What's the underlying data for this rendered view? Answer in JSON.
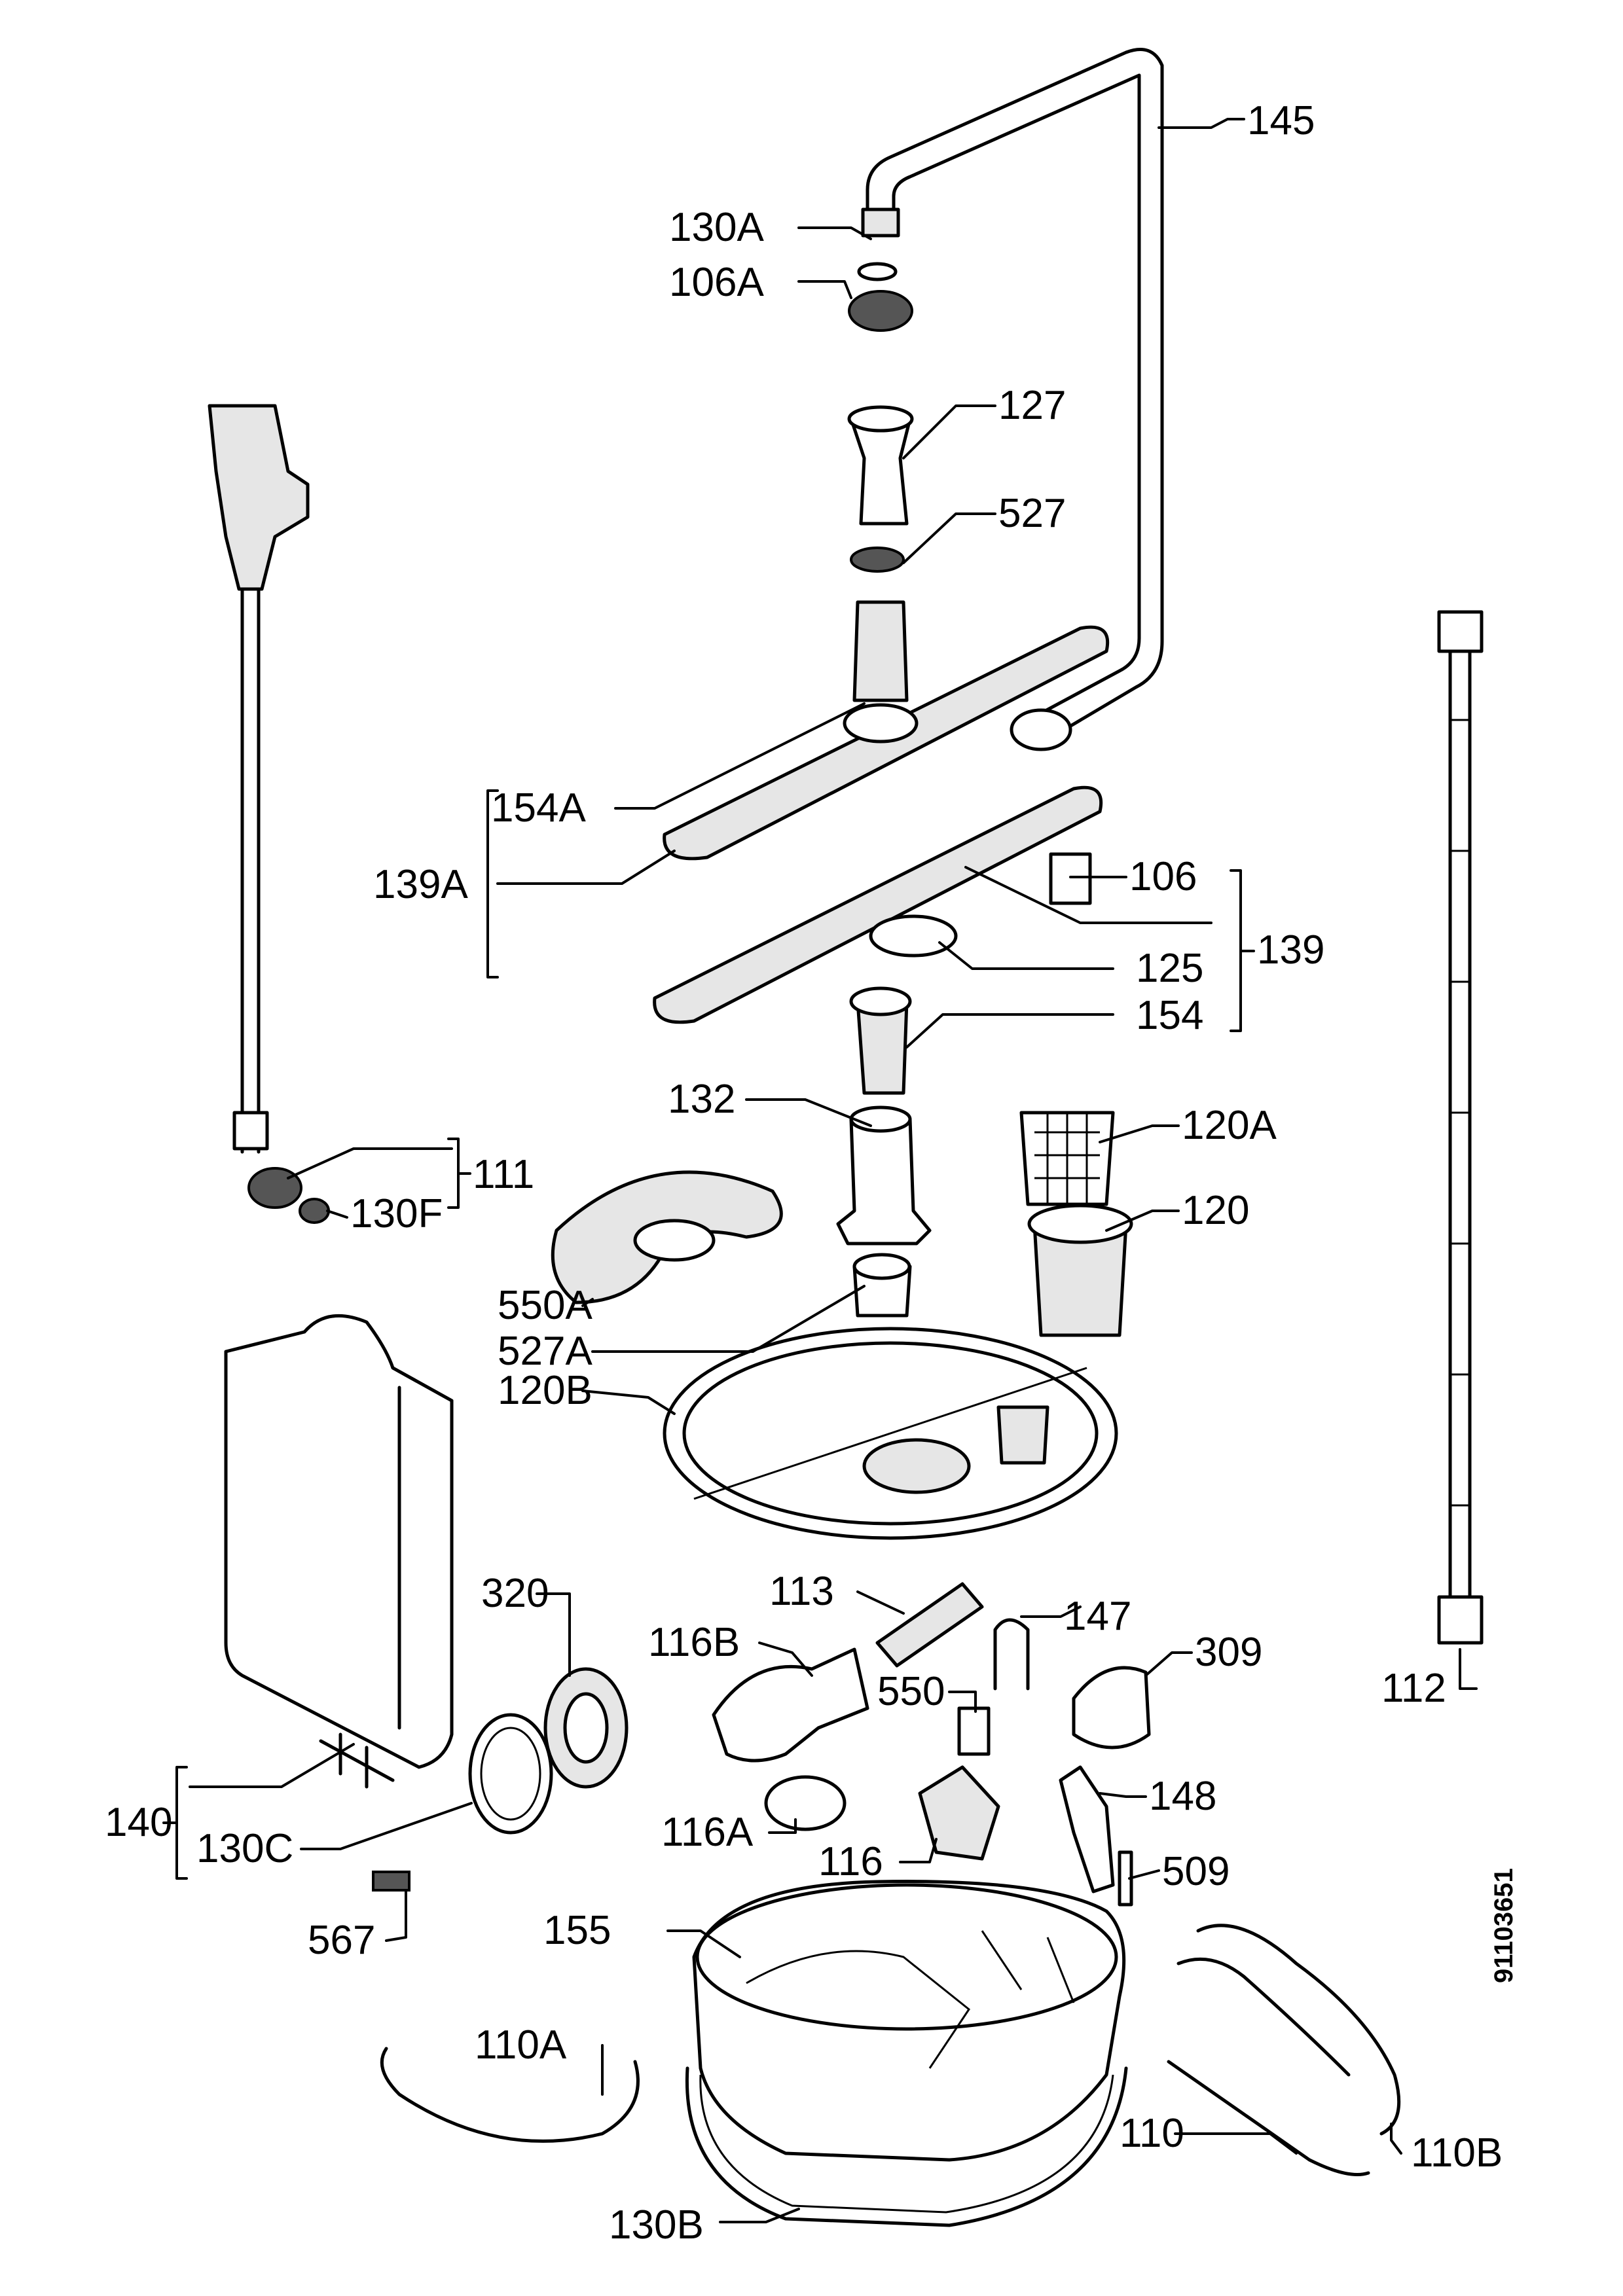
{
  "diagram_code": "91103651",
  "labels": {
    "l145": "145",
    "l130A": "130A",
    "l106A": "106A",
    "l127": "127",
    "l527": "527",
    "l154A": "154A",
    "l139A": "139A",
    "l106": "106",
    "l139": "139",
    "l125": "125",
    "l154": "154",
    "l132": "132",
    "l120A": "120A",
    "l120": "120",
    "l111": "111",
    "l130F": "130F",
    "l550A": "550A",
    "l527A": "527A",
    "l120B": "120B",
    "l113": "113",
    "l320": "320",
    "l116B": "116B",
    "l147": "147",
    "l309": "309",
    "l550": "550",
    "l112": "112",
    "l140": "140",
    "l130C": "130C",
    "l116A": "116A",
    "l116": "116",
    "l148": "148",
    "l509": "509",
    "l567": "567",
    "l155": "155",
    "l110A": "110A",
    "l110": "110",
    "l110B": "110B",
    "l130B": "130B"
  }
}
